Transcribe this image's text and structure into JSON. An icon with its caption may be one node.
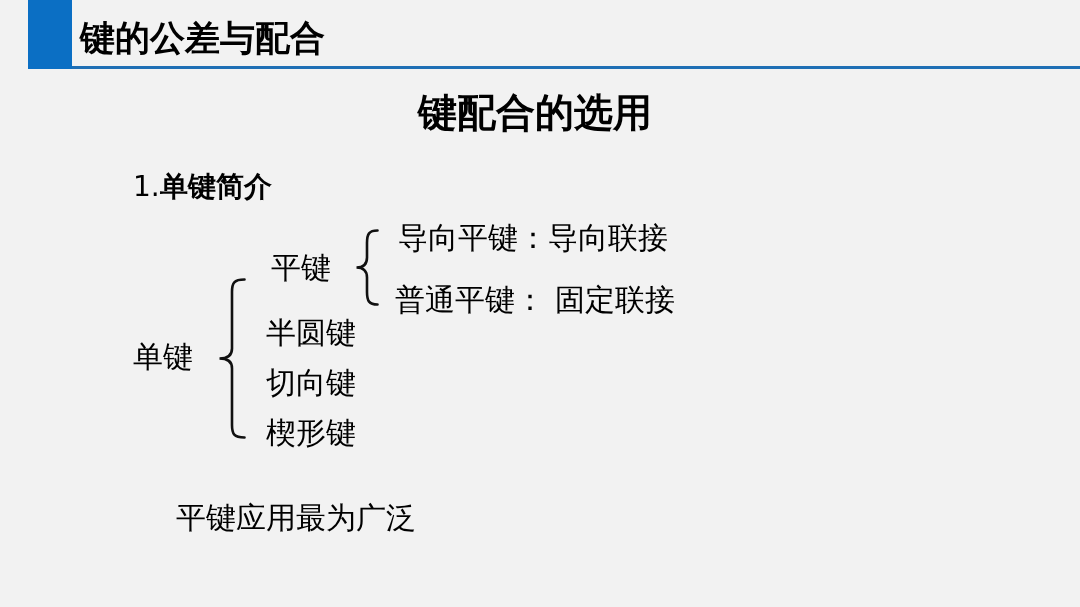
{
  "diagram": {
    "title": "键的公差与配合",
    "labels": [
      "键配合的选用",
      "1.**单键简介**",
      "单键",
      "平键",
      "导向平键：导向联接",
      "普通平键： 固定联接",
      "半圆键",
      "切向键",
      "楔形键",
      "平键应用最为广泛"
    ]
  }
}
